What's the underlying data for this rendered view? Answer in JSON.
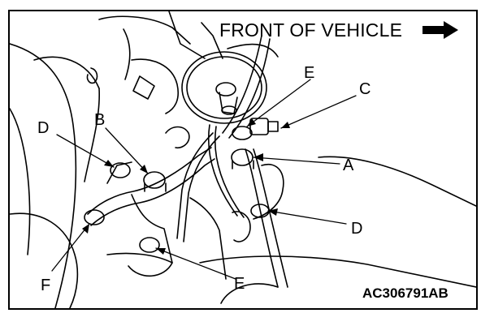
{
  "header": {
    "front_label": "FRONT OF VEHICLE",
    "front_arrow_icon": "right-arrow-icon"
  },
  "callouts": {
    "a": "A",
    "b": "B",
    "c": "C",
    "d_left": "D",
    "d_right": "D",
    "e_top": "E",
    "e_bottom": "E",
    "f": "F"
  },
  "figure_code": "AC306791AB"
}
